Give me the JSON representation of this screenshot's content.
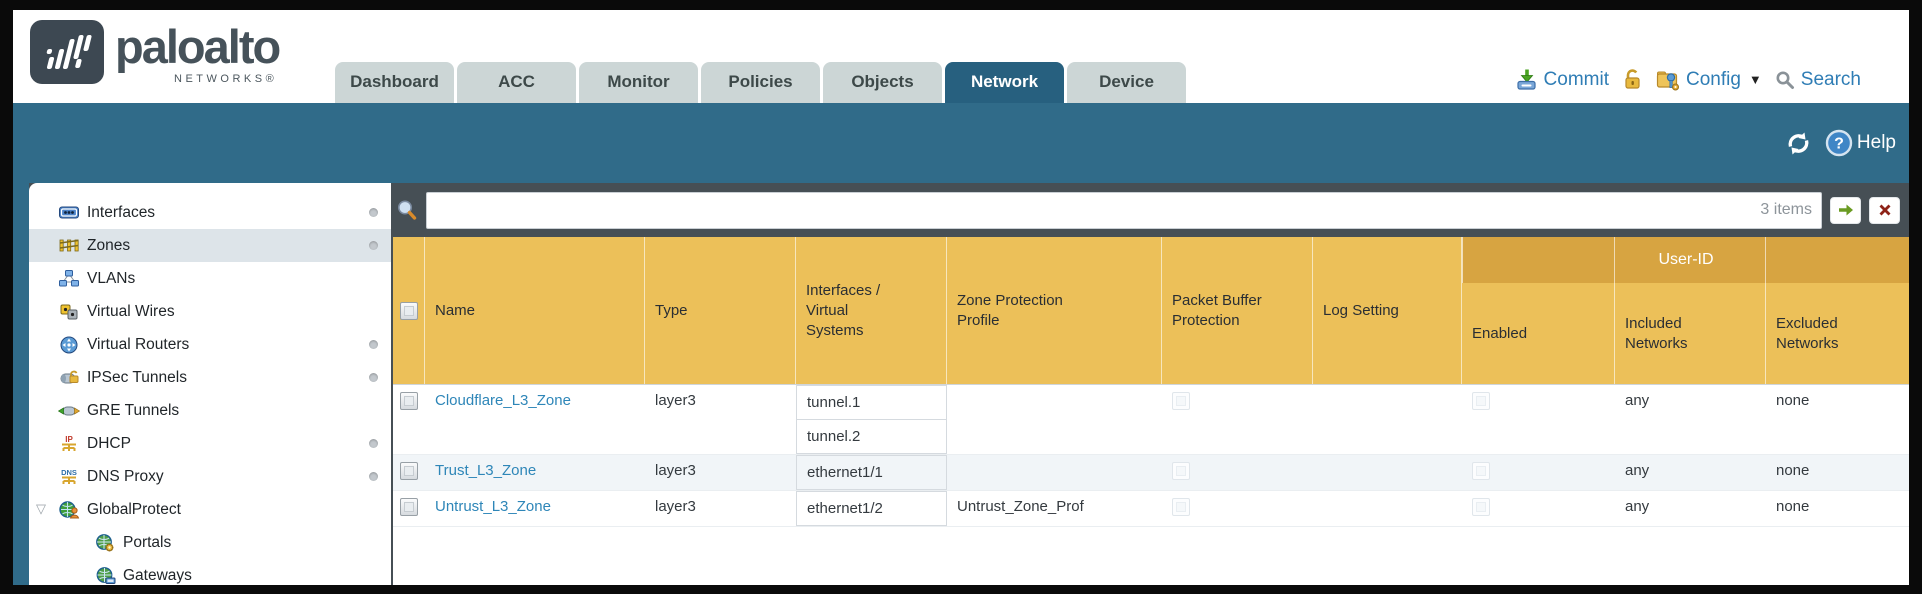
{
  "brand": {
    "wordmark": "paloalto",
    "sub": "NETWORKS®"
  },
  "tabs": [
    {
      "label": "Dashboard",
      "active": false
    },
    {
      "label": "ACC",
      "active": false
    },
    {
      "label": "Monitor",
      "active": false
    },
    {
      "label": "Policies",
      "active": false
    },
    {
      "label": "Objects",
      "active": false
    },
    {
      "label": "Network",
      "active": true
    },
    {
      "label": "Device",
      "active": false
    }
  ],
  "utilities": {
    "commit_label": "Commit",
    "config_label": "Config",
    "search_label": "Search"
  },
  "band": {
    "help_label": "Help"
  },
  "sidebar": {
    "items": [
      {
        "label": "Interfaces",
        "icon": "interfaces-icon",
        "dot": true,
        "selected": false,
        "indent": false,
        "expander": false
      },
      {
        "label": "Zones",
        "icon": "zones-icon",
        "dot": true,
        "selected": true,
        "indent": false,
        "expander": false
      },
      {
        "label": "VLANs",
        "icon": "vlans-icon",
        "dot": false,
        "selected": false,
        "indent": false,
        "expander": false
      },
      {
        "label": "Virtual Wires",
        "icon": "virtual-wires-icon",
        "dot": false,
        "selected": false,
        "indent": false,
        "expander": false
      },
      {
        "label": "Virtual Routers",
        "icon": "virtual-routers-icon",
        "dot": true,
        "selected": false,
        "indent": false,
        "expander": false
      },
      {
        "label": "IPSec Tunnels",
        "icon": "ipsec-tunnels-icon",
        "dot": true,
        "selected": false,
        "indent": false,
        "expander": false
      },
      {
        "label": "GRE Tunnels",
        "icon": "gre-tunnels-icon",
        "dot": false,
        "selected": false,
        "indent": false,
        "expander": false
      },
      {
        "label": "DHCP",
        "icon": "dhcp-icon",
        "dot": true,
        "selected": false,
        "indent": false,
        "expander": false
      },
      {
        "label": "DNS Proxy",
        "icon": "dns-proxy-icon",
        "dot": true,
        "selected": false,
        "indent": false,
        "expander": false
      },
      {
        "label": "GlobalProtect",
        "icon": "globalprotect-icon",
        "dot": false,
        "selected": false,
        "indent": false,
        "expander": true
      },
      {
        "label": "Portals",
        "icon": "portals-icon",
        "dot": false,
        "selected": false,
        "indent": true,
        "expander": false
      },
      {
        "label": "Gateways",
        "icon": "gateways-icon",
        "dot": false,
        "selected": false,
        "indent": true,
        "expander": false
      }
    ]
  },
  "toolbar": {
    "items_count": "3 items"
  },
  "table": {
    "group_header": "User-ID",
    "columns": [
      "Name",
      "Type",
      "Interfaces / Virtual Systems",
      "Zone Protection Profile",
      "Packet Buffer Protection",
      "Log Setting",
      "Enabled",
      "Included Networks",
      "Excluded Networks"
    ],
    "rows": [
      {
        "name": "Cloudflare_L3_Zone",
        "type": "layer3",
        "interfaces": [
          "tunnel.1",
          "tunnel.2"
        ],
        "zone_protection_profile": "",
        "packet_buffer_protection": false,
        "log_setting": "",
        "user_id_enabled": false,
        "included_networks": "any",
        "excluded_networks": "none"
      },
      {
        "name": "Trust_L3_Zone",
        "type": "layer3",
        "interfaces": [
          "ethernet1/1"
        ],
        "zone_protection_profile": "",
        "packet_buffer_protection": false,
        "log_setting": "",
        "user_id_enabled": false,
        "included_networks": "any",
        "excluded_networks": "none"
      },
      {
        "name": "Untrust_L3_Zone",
        "type": "layer3",
        "interfaces": [
          "ethernet1/2"
        ],
        "zone_protection_profile": "Untrust_Zone_Prof",
        "packet_buffer_protection": false,
        "log_setting": "",
        "user_id_enabled": false,
        "included_networks": "any",
        "excluded_networks": "none"
      }
    ]
  },
  "colors": {
    "header_amber": "#ecc059",
    "group_amber": "#d7a441",
    "teal": "#306b89",
    "active_tab": "#27607f",
    "slate": "#464f55",
    "link_blue": "#2e86b8"
  }
}
